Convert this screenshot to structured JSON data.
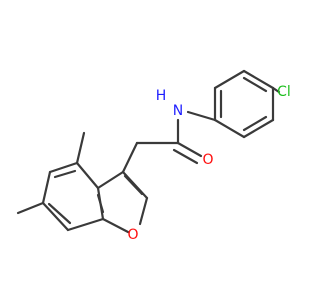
{
  "molecule": {
    "atom_labels": {
      "n": "N",
      "h": "H",
      "o_carbonyl": "O",
      "cl": "Cl",
      "o_furan": "O"
    },
    "colors": {
      "bond": "#3a3a3a",
      "nitrogen": "#1f1fff",
      "oxygen": "#ff0d0d",
      "chlorine": "#1fbf1f"
    }
  }
}
